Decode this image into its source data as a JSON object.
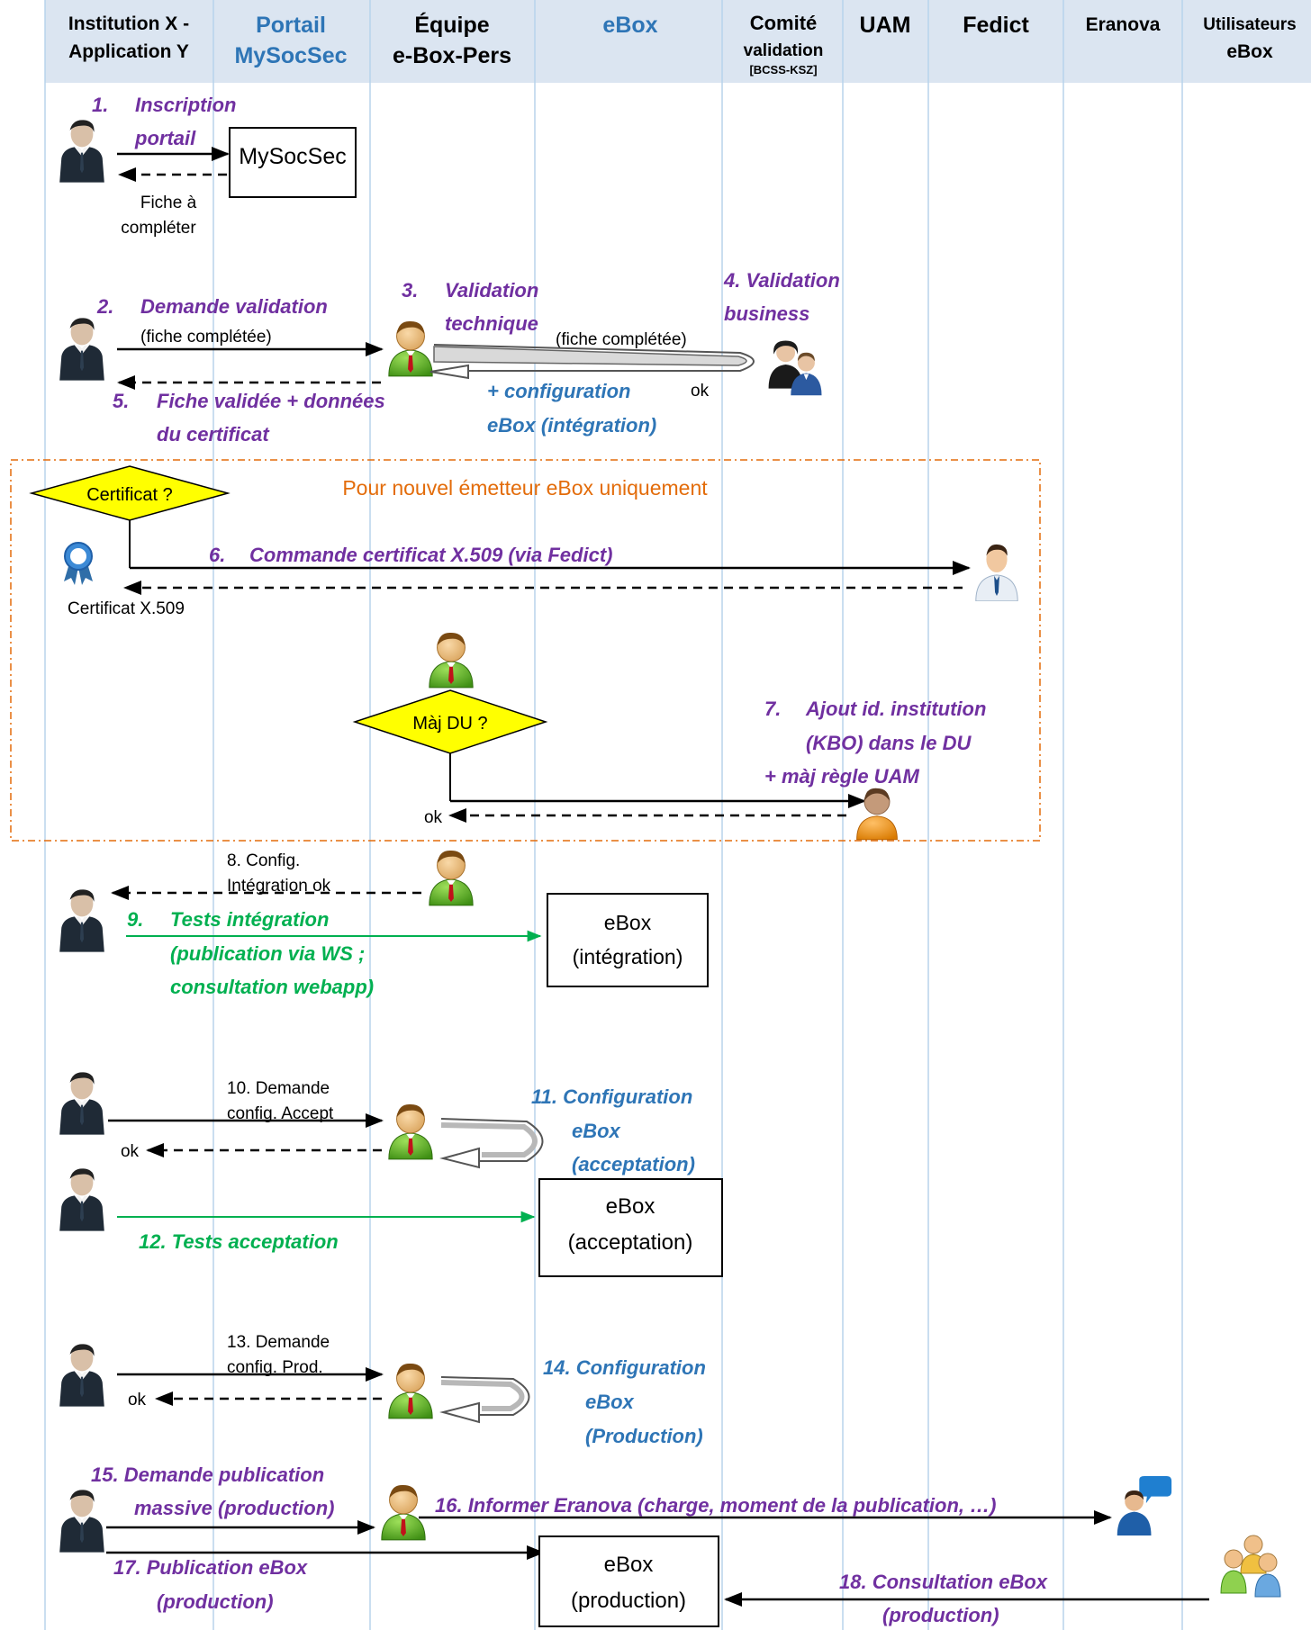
{
  "header": {
    "columns": [
      {
        "line1": "Institution X -",
        "line2": "Application Y",
        "line3": "",
        "color": "#000000"
      },
      {
        "line1": "Portail",
        "line2": "MySocSec",
        "line3": "",
        "color": "#2e75b6"
      },
      {
        "line1": "Équipe",
        "line2": "e-Box-Pers",
        "line3": "",
        "color": "#000000"
      },
      {
        "line1": "eBox",
        "line2": "",
        "line3": "",
        "color": "#2e75b6"
      },
      {
        "line1": "Comité",
        "line2": "validation",
        "line3": "[BCSS-KSZ]",
        "color": "#000000"
      },
      {
        "line1": "UAM",
        "line2": "",
        "line3": "",
        "color": "#000000"
      },
      {
        "line1": "Fedict",
        "line2": "",
        "line3": "",
        "color": "#000000"
      },
      {
        "line1": "Eranova",
        "line2": "",
        "line3": "",
        "color": "#000000"
      },
      {
        "line1": "Utilisateurs",
        "line2": "eBox",
        "line3": "",
        "color": "#000000"
      }
    ]
  },
  "colors": {
    "header_bg": "#dbe5f1",
    "lane_line": "#b8d3ec",
    "purple": "#7030a0",
    "blue": "#2e75b6",
    "green": "#00b050",
    "orange": "#e36c0a",
    "diamond": "#ffff00"
  },
  "boxes": {
    "mysocsec": "MySocSec",
    "ebox_int_1": "eBox",
    "ebox_int_2": "(intégration)",
    "ebox_acc_1": "eBox",
    "ebox_acc_2": "(acceptation)",
    "ebox_prod_1": "eBox",
    "ebox_prod_2": "(production)"
  },
  "diamonds": {
    "certificat": "Certificat ?",
    "maj_du": "Màj DU ?"
  },
  "region": {
    "label": "Pour nouvel émetteur eBox uniquement"
  },
  "steps": {
    "s1_num": "1.",
    "s1_a": "Inscription",
    "s1_b": "portail",
    "fiche_a": "Fiche à",
    "fiche_b": "compléter",
    "s2_num": "2.",
    "s2": "Demande validation",
    "fiche_completee_1": "(fiche complétée)",
    "s3_num": "3.",
    "s3_a": "Validation",
    "s3_b": "technique",
    "fiche_completee_2": "(fiche complétée)",
    "s4_a": "4. Validation",
    "s4_b": "business",
    "ok_comite": "ok",
    "s5_num": "5.",
    "s5_a": "Fiche validée + données",
    "s5_b": "du certificat",
    "config_int_a": "+ configuration",
    "config_int_b": "eBox (intégration)",
    "s6_num": "6.",
    "s6": "Commande certificat X.509 (via Fedict)",
    "cert_label": "Certificat X.509",
    "s7_num": "7.",
    "s7_a": "Ajout id. institution",
    "s7_b": "(KBO) dans le DU",
    "s7_c": "+ màj règle UAM",
    "ok_uam": "ok",
    "s8_a": "8. Config.",
    "s8_b": "Intégration ok",
    "s9_num": "9.",
    "s9_a": "Tests intégration",
    "s9_b": "(publication via WS ;",
    "s9_c": "consultation webapp)",
    "s10_a": "10.   Demande",
    "s10_b": "config. Accept",
    "ok_10": "ok",
    "s11_a": "11.  Configuration",
    "s11_b": "eBox",
    "s11_c": "(acceptation)",
    "s12": "12.  Tests acceptation",
    "s13_a": "13.   Demande",
    "s13_b": "config. Prod.",
    "ok_13": "ok",
    "s14_a": "14.  Configuration",
    "s14_b": "eBox",
    "s14_c": "(Production)",
    "s15_a": "15.  Demande publication",
    "s15_b": "massive (production)",
    "s16": "16.  Informer Eranova (charge, moment de la publication, …)",
    "s17_a": "17.  Publication eBox",
    "s17_b": "(production)",
    "s18_a": "18.  Consultation eBox",
    "s18_b": "(production)"
  }
}
